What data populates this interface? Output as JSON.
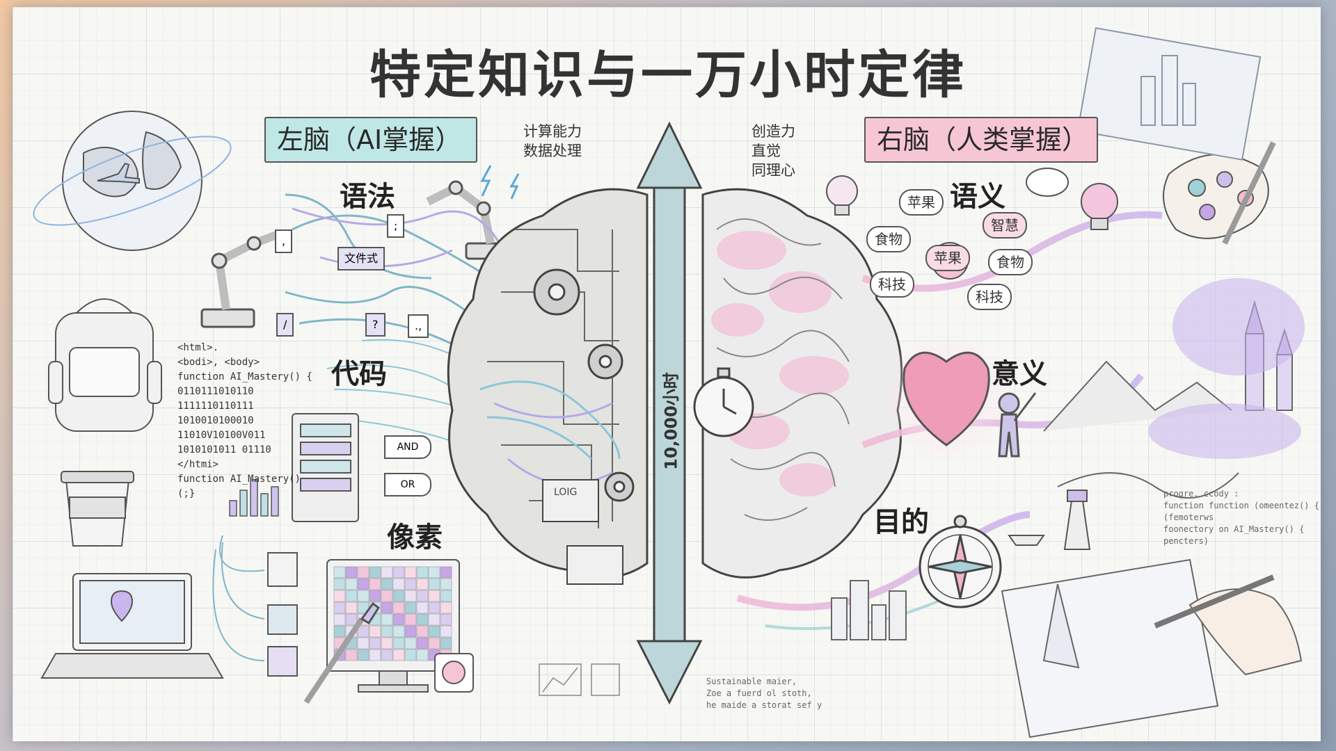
{
  "title": "特定知识与一万小时定律",
  "left_banner": "左脑（AI掌握）",
  "right_banner": "右脑（人类掌握）",
  "left_note": [
    "计算能力",
    "数据处理"
  ],
  "right_note": [
    "创造力",
    "直觉",
    "同理心"
  ],
  "left_labels": {
    "grammar": "语法",
    "code": "代码",
    "pixels": "像素"
  },
  "right_labels": {
    "semantics": "语义",
    "meaning": "意义",
    "purpose": "目的"
  },
  "arrow_label": "10,000小时",
  "code_lines": [
    "<html>.",
    "<bodi>, <body>",
    "function AI_Mastery() {",
    "0110111010110",
    "1111110110111",
    "1010010100010",
    "11010V10100V011",
    "1010101011 01110",
    "</htmi>",
    "function AI_Mastery()",
    "(;}"
  ],
  "grammar_chips": [
    "文件式",
    ";",
    ",",
    "/",
    "?",
    ".,"
  ],
  "logic_gates": [
    "AND",
    "OR"
  ],
  "board_tag": "LOIG",
  "semantic_bubbles": [
    "苹果",
    "智慧",
    "食物",
    "科技",
    "苹果",
    "食物",
    "科技"
  ],
  "right_code_lines": [
    "progre. ccody :",
    "function function (omeentez() {",
    "(femoterws",
    "foonectory on AI_Mastery() {",
    "pencters)"
  ],
  "bottom_note": [
    "Sustainable maier,",
    "Zoe a fuerd ol stoth,",
    "he maide a storat sef y"
  ],
  "colors": {
    "teal": "#bfe7e6",
    "pink": "#f6c6d5",
    "lavender": "#d9cdf0",
    "ink": "#333333"
  }
}
